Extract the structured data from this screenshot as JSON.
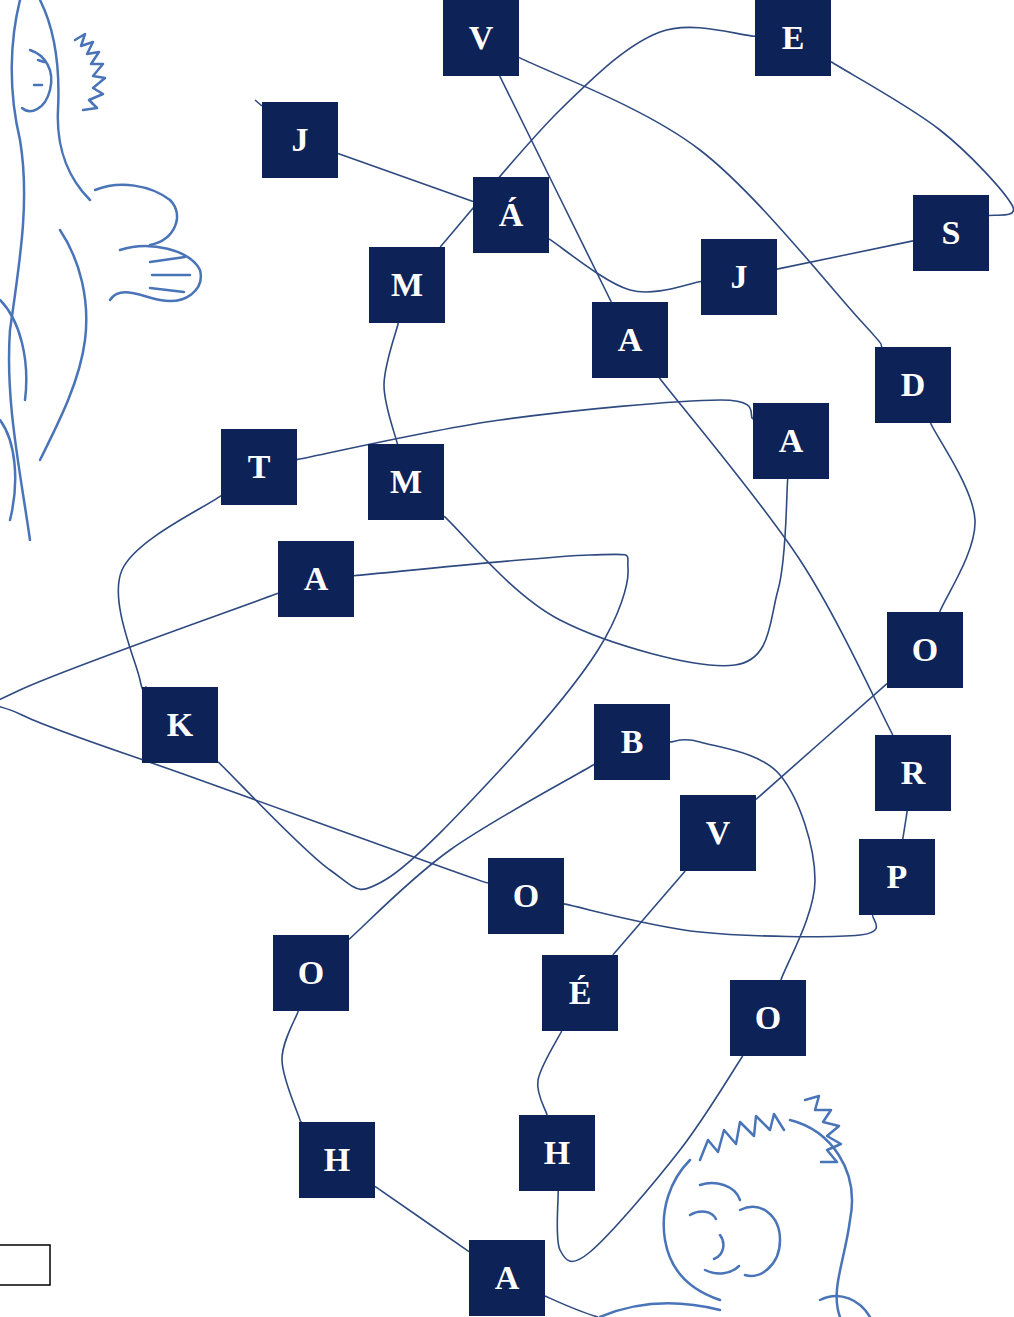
{
  "diagram": {
    "nodes": [
      {
        "text": [
          "V"
        ]
      },
      {
        "text": [
          "E"
        ]
      },
      {
        "text": [
          "J"
        ]
      },
      {
        "text": [
          "Á"
        ]
      },
      {
        "text": [
          "S"
        ]
      },
      {
        "text": [
          "J"
        ]
      },
      {
        "text": [
          "M"
        ]
      },
      {
        "text": [
          "A"
        ]
      },
      {
        "text": [
          "D"
        ]
      },
      {
        "text": [
          "A"
        ]
      },
      {
        "text": [
          "T"
        ]
      },
      {
        "text": [
          "M"
        ]
      },
      {
        "text": [
          "A"
        ]
      },
      {
        "text": [
          "O"
        ]
      },
      {
        "text": [
          "K"
        ]
      },
      {
        "text": [
          "B"
        ]
      },
      {
        "text": [
          "R"
        ]
      },
      {
        "text": [
          "V"
        ]
      },
      {
        "text": [
          "P"
        ]
      },
      {
        "text": [
          "O"
        ]
      },
      {
        "text": [
          "O"
        ]
      },
      {
        "text": [
          "É"
        ]
      },
      {
        "text": [
          "O"
        ]
      },
      {
        "text": [
          "H"
        ]
      },
      {
        "text": [
          "H"
        ]
      },
      {
        "text": [
          "A"
        ]
      }
    ],
    "edges": [
      {
        "from": 2,
        "to": 3,
        "arrow": "none"
      },
      {
        "from": 3,
        "to": 5,
        "arrow": "none"
      },
      {
        "from": 5,
        "to": 4,
        "arrow": "none"
      },
      {
        "from": 4,
        "to": 1,
        "arrow": "none"
      },
      {
        "from": 1,
        "to": 6,
        "arrow": "none"
      },
      {
        "from": 6,
        "to": 11,
        "arrow": "none"
      },
      {
        "from": 11,
        "to": 9,
        "arrow": "none"
      },
      {
        "from": 9,
        "to": 10,
        "arrow": "none"
      },
      {
        "from": 10,
        "to": 14,
        "arrow": "none"
      },
      {
        "from": 14,
        "to": 12,
        "arrow": "none"
      },
      {
        "from": 12,
        "to": 19,
        "arrow": "none"
      },
      {
        "from": 19,
        "to": 18,
        "arrow": "none"
      },
      {
        "from": 18,
        "to": 16,
        "arrow": "none"
      },
      {
        "from": 16,
        "to": 7,
        "arrow": "none"
      },
      {
        "from": 7,
        "to": 0,
        "arrow": "none"
      },
      {
        "from": 0,
        "to": 8,
        "arrow": "none"
      },
      {
        "from": 8,
        "to": 13,
        "arrow": "none"
      },
      {
        "from": 13,
        "to": 17,
        "arrow": "none"
      },
      {
        "from": 17,
        "to": 21,
        "arrow": "none"
      },
      {
        "from": 21,
        "to": 23,
        "arrow": "none"
      },
      {
        "from": 23,
        "to": 22,
        "arrow": "none"
      },
      {
        "from": 22,
        "to": 15,
        "arrow": "none"
      },
      {
        "from": 15,
        "to": 20,
        "arrow": "none"
      },
      {
        "from": 20,
        "to": 24,
        "arrow": "none"
      },
      {
        "from": 24,
        "to": 25,
        "arrow": "none"
      }
    ]
  }
}
